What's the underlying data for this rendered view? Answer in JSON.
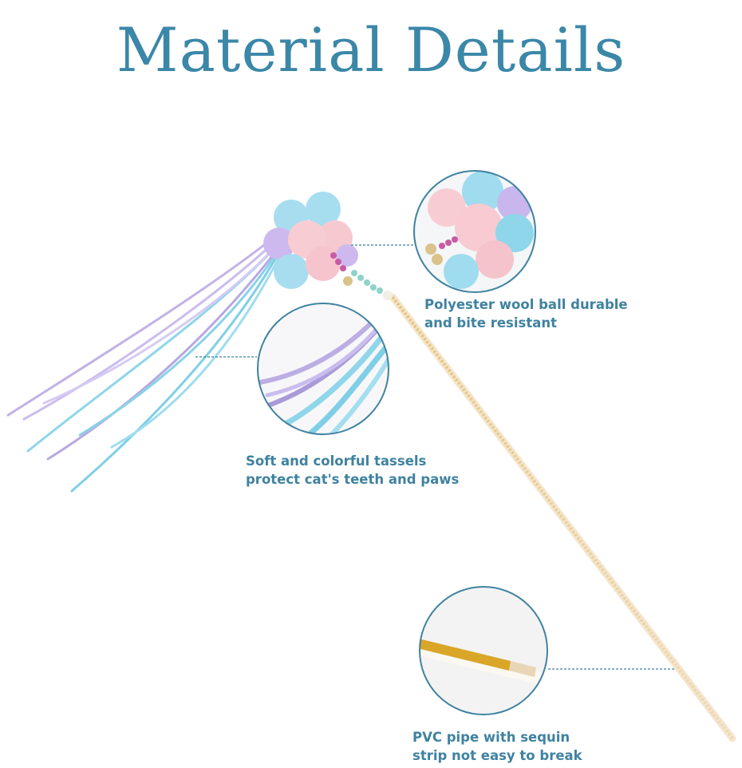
{
  "title": "Material Details",
  "callouts": [
    {
      "line1": "Polyester wool ball durable",
      "line2": "and bite resistant"
    },
    {
      "line1": "Soft and colorful tassels",
      "line2": "protect cat's teeth and paws"
    },
    {
      "line1": "PVC pipe with sequin",
      "line2": "strip not easy to break"
    }
  ],
  "colors": {
    "accent": "#3b87a8",
    "pink": "#f7c9cf",
    "blue": "#8fd6ea",
    "purple": "#c4b3ea",
    "gold": "#d8b36a"
  }
}
